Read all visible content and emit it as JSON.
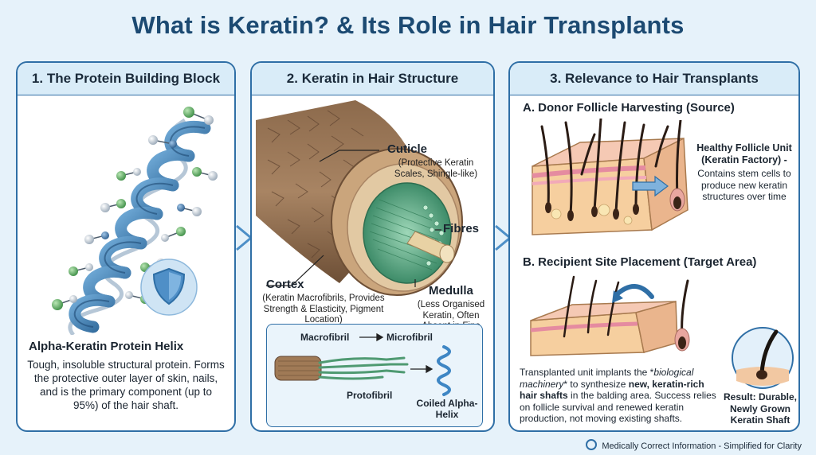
{
  "title": "What is Keratin? & Its Role in Hair Transplants",
  "panel1": {
    "heading": "1. The Protein Building Block",
    "helix_label": "Alpha-Keratin Protein Helix",
    "description": "Tough, insoluble structural protein. Forms the protective outer layer of skin, nails, and is the primary component (up to 95%) of the hair shaft."
  },
  "panel2": {
    "heading": "2. Keratin in Hair Structure",
    "cuticle_title": "Cuticle",
    "cuticle_desc": "(Protective Keratin Scales, Shingle-like)",
    "fibres": "Fibres",
    "cortex_title": "Cortex",
    "cortex_desc": "(Keratin Macrofibrils, Provides Strength & Elasticity, Pigment Location)",
    "medulla_title": "Medulla",
    "medulla_desc": "(Less Organised Keratin, Often Absent in Fine Hair)",
    "inset": {
      "macrofibril": "Macrofibril",
      "microfibril": "Microfibril",
      "protofibril": "Protofibril",
      "coiled_helix": "Coiled Alpha-Helix"
    }
  },
  "panel3": {
    "heading": "3. Relevance to Hair Transplants",
    "section_a": "A. Donor Follicle Harvesting (Source)",
    "follicle_title": "Healthy Follicle Unit (Keratin Factory) -",
    "follicle_desc": "Contains stem cells to produce new keratin structures over time",
    "section_b": "B. Recipient Site Placement (Target Area)",
    "transplant_text_1": "Transplanted unit implants the *",
    "transplant_text_italic": "biological machinery",
    "transplant_text_2": "* to synthesize ",
    "transplant_text_bold": "new, keratin-rich hair shafts",
    "transplant_text_3": " in the balding area. Success relies on follicle survival and renewed keratin production, not moving existing shafts.",
    "result": "Result: Durable, Newly Grown Keratin Shaft"
  },
  "footer": "Medically Correct Information - Simplified for Clarity",
  "colors": {
    "accent": "#2f6fa6",
    "title": "#1c4a72",
    "header_bg": "#d9ecf8",
    "page_bg": "#e6f2fa"
  }
}
